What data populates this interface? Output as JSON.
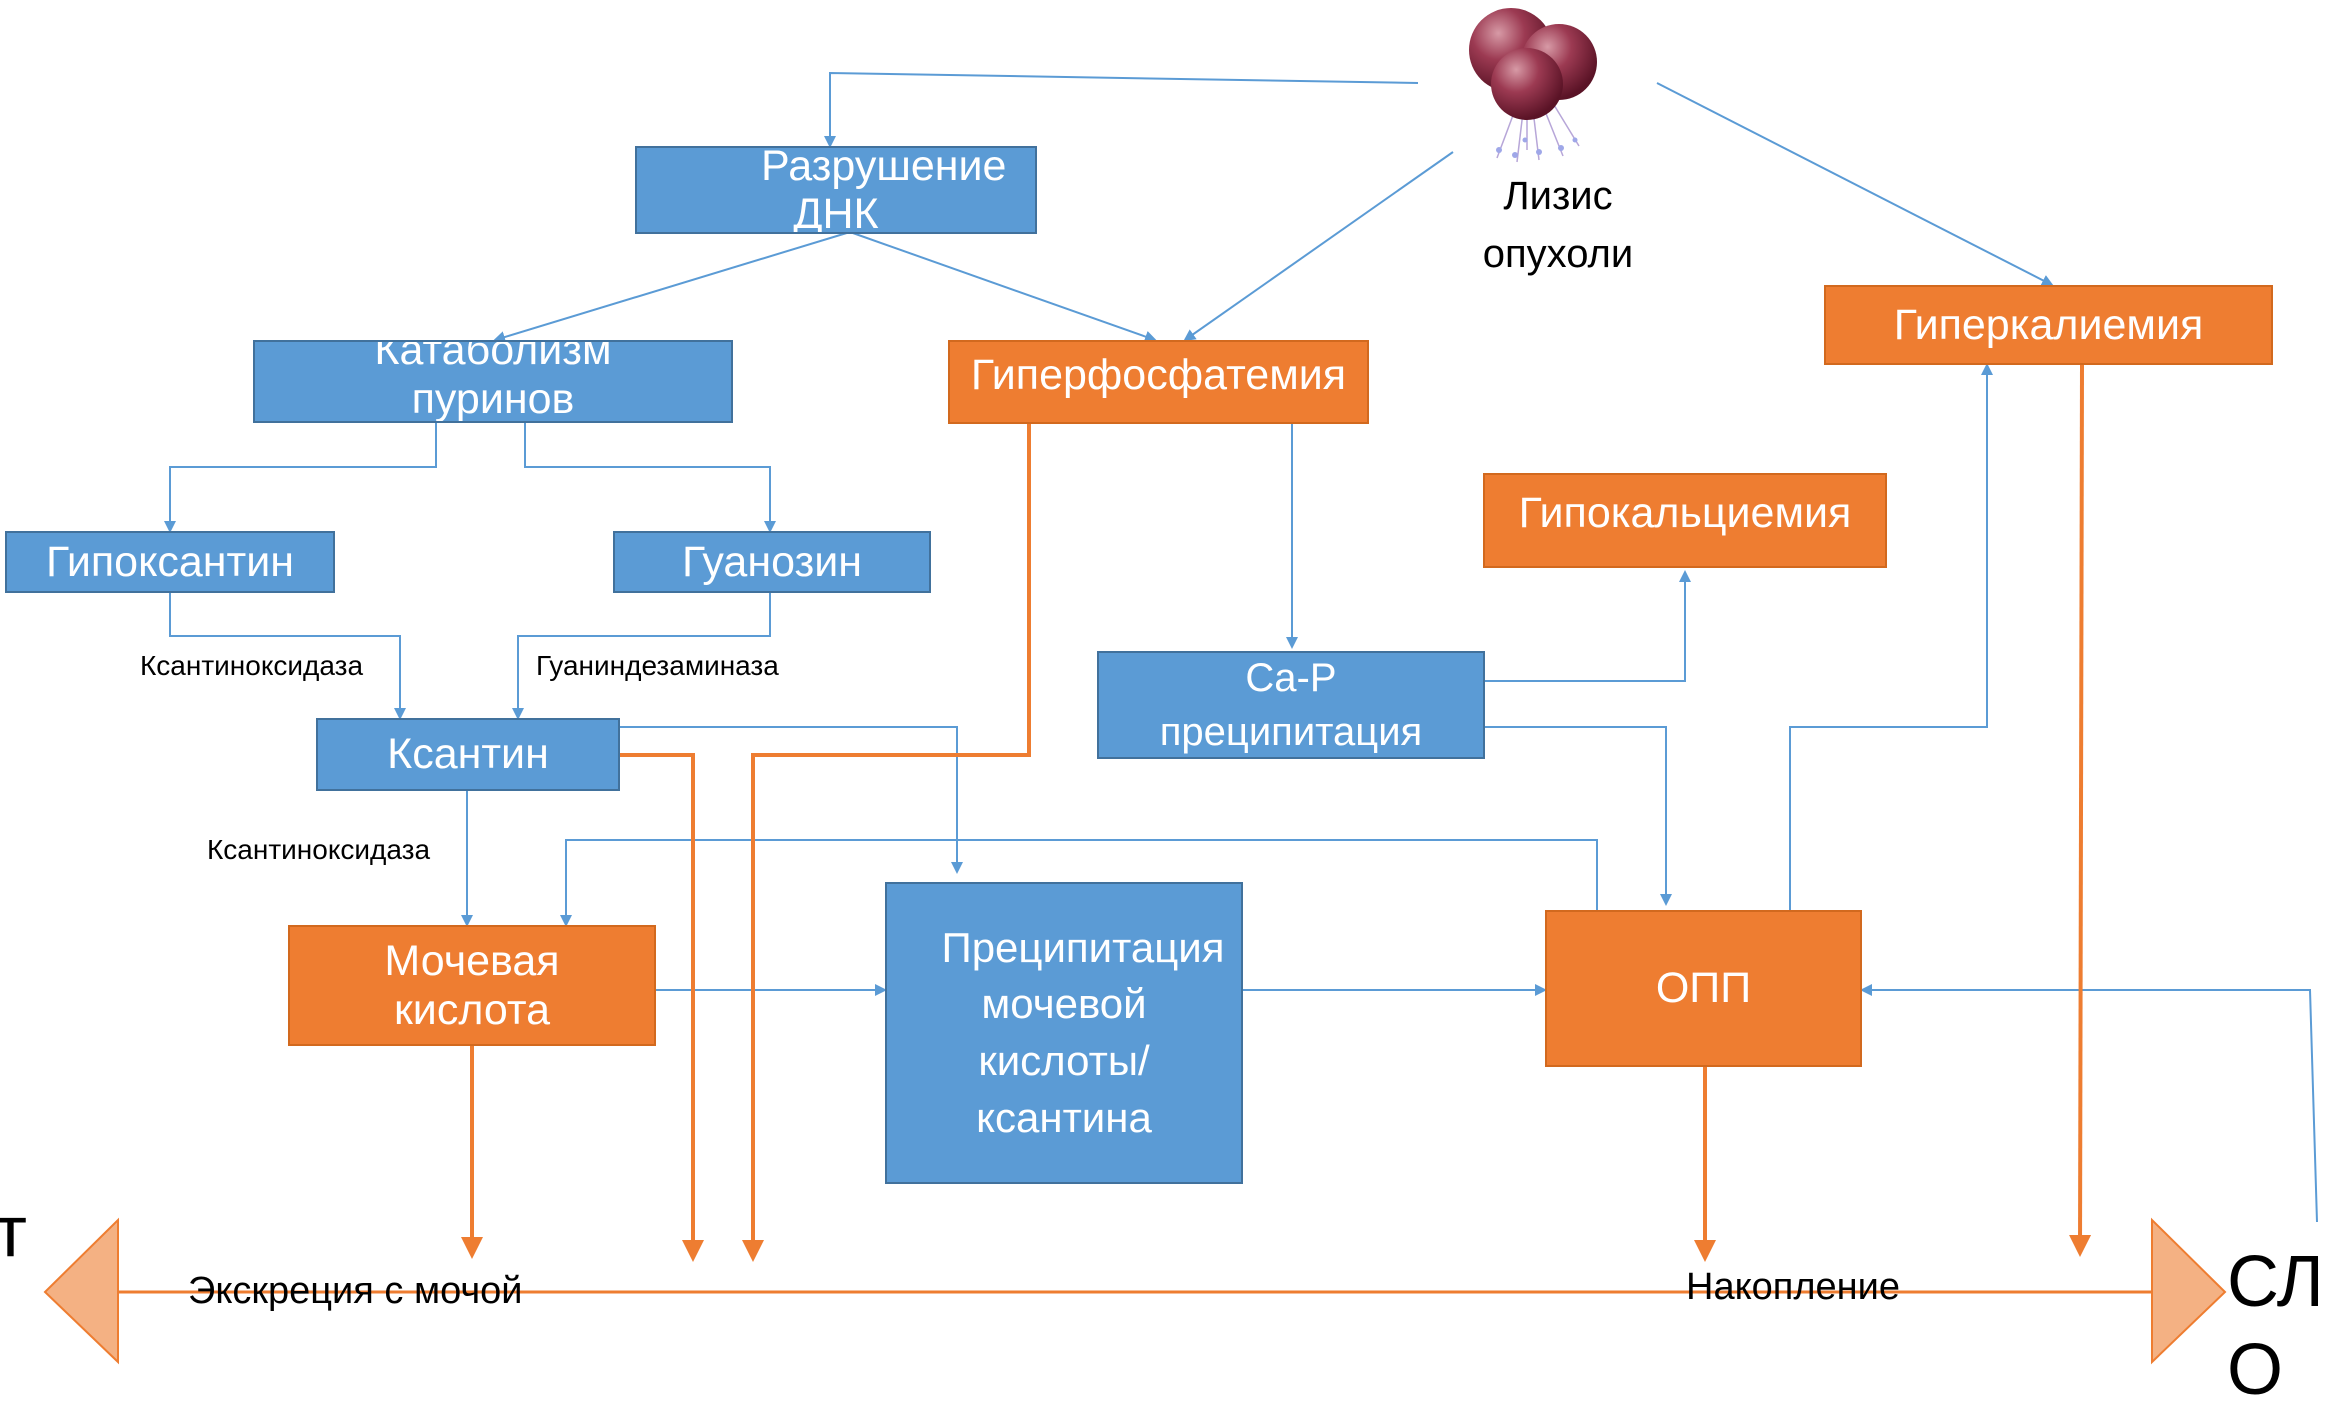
{
  "nodes": {
    "dna": "Разрушение ДНК",
    "purine": "Катаболизм пуринов",
    "hypoxanthine": "Гипоксантин",
    "guanosine": "Гуанозин",
    "xanthine": "Ксантин",
    "uric_acid": "Мочевая кислота",
    "precipitation": "Преципитация мочевой кислоты/ ксантина",
    "hyperphosphatemia": "Гиперфосфатемия",
    "hypocalcemia": "Гипокальциемия",
    "ca_p": "Ca-P преципитация",
    "aki": "ОПП",
    "hyperkalemia": "Гиперкалиемия"
  },
  "labels": {
    "tumor_lysis": "Лизис опухоли",
    "enzyme_xo_1": "Ксантиноксидаза",
    "enzyme_gd": "Гуаниндезаминаза",
    "enzyme_xo_2": "Ксантиноксидаза",
    "excretion": "Экскреция с мочой",
    "accumulation": "Накопление",
    "left_end": "т",
    "right_end": "СЛО"
  },
  "colors": {
    "blue_box": "#5b9bd5",
    "orange_box": "#ee7d31",
    "thin_arrow": "#5b9bd5",
    "thick_arrow": "#ee7d31",
    "axis_head": "#f4b183"
  },
  "icons": {
    "tumor": "tumor-cells-icon"
  }
}
